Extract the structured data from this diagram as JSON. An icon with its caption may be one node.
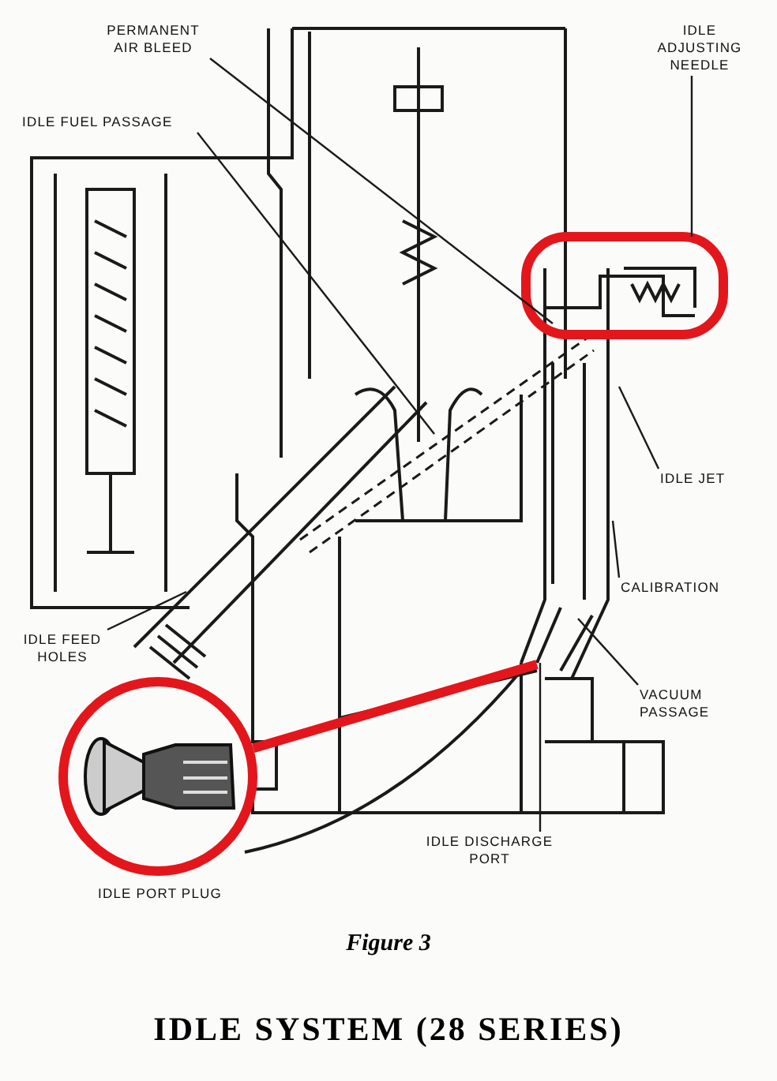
{
  "diagram": {
    "title": "IDLE SYSTEM (28 SERIES)",
    "caption": "Figure 3",
    "nodes": [
      {
        "text": [
          "PERMANENT AIR BLEED"
        ]
      },
      {
        "text": [
          "IDLE ADJUSTING NEEDLE"
        ]
      },
      {
        "text": [
          "IDLE FUEL PASSAGE"
        ]
      },
      {
        "text": [
          "IDLE JET"
        ]
      },
      {
        "text": [
          "CALIBRATION"
        ]
      },
      {
        "text": [
          "VACUUM PASSAGE"
        ]
      },
      {
        "text": [
          "IDLE FEED HOLES"
        ]
      },
      {
        "text": [],
        "shape": "picture",
        "beside": [
          "IDLE PORT PLUG"
        ]
      },
      {
        "text": [
          "IDLE DISCHARGE PORT"
        ]
      }
    ],
    "edges": [
      {
        "from": 0,
        "to": null,
        "arrow": "none"
      },
      {
        "from": 1,
        "to": null,
        "arrow": "none"
      },
      {
        "from": 2,
        "to": null,
        "arrow": "none"
      },
      {
        "from": 3,
        "to": null,
        "arrow": "none"
      },
      {
        "from": 4,
        "to": null,
        "arrow": "none"
      },
      {
        "from": 5,
        "to": null,
        "arrow": "none"
      },
      {
        "from": 6,
        "to": null,
        "arrow": "none"
      },
      {
        "from": 7,
        "to": null,
        "arrow": "none",
        "style": "thick",
        "color": "#e3161c"
      },
      {
        "from": 8,
        "to": null,
        "arrow": "none"
      }
    ]
  }
}
